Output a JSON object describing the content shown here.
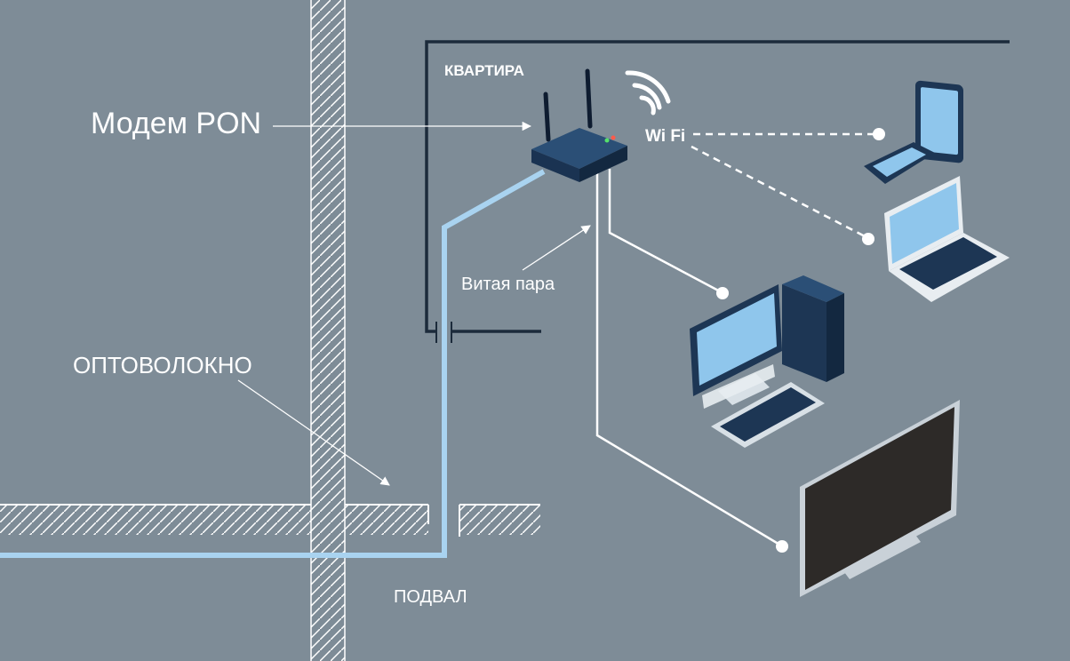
{
  "labels": {
    "modem": "Модем PON",
    "apartment": "КВАРТИРА",
    "wifi": "Wi Fi",
    "twisted_pair": "Витая пара",
    "fiber": "ОПТОВОЛОКНО",
    "basement": "ПОДВАЛ"
  },
  "colors": {
    "background": "#7e8c97",
    "fiber": "#a9d3f0",
    "wire": "#ffffff",
    "wall": "#1c2b3b",
    "device_dark": "#1d3654",
    "screen": "#8fc6ec"
  },
  "devices": [
    "router-icon",
    "tablet-icon",
    "smartphone-icon",
    "laptop-icon",
    "desktop-computer-icon",
    "tv-icon"
  ]
}
